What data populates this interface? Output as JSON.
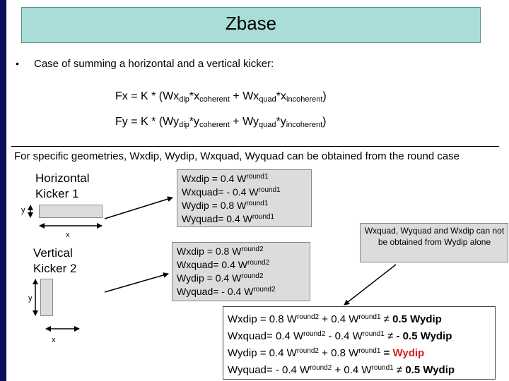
{
  "title": "Zbase",
  "bullet": "•",
  "intro": "Case of summing a horizontal and a vertical kicker:",
  "eq_fx": {
    "a": "Fx = K * (Wx",
    "dip": "dip",
    "b": "*x",
    "coh": "coherent",
    "c": " + Wx",
    "quad": "quad",
    "d": "*x",
    "incoh": "incoherent",
    "e": ")"
  },
  "eq_fy": {
    "a": "Fy = K * (Wy",
    "dip": "dip",
    "b": "*y",
    "coh": "coherent",
    "c": " + Wy",
    "quad": "quad",
    "d": "*y",
    "incoh": "incoherent",
    "e": ")"
  },
  "note": "For specific geometries, Wxdip, Wydip, Wxquad, Wyquad can be obtained from the round case",
  "kicker1": {
    "label_line1": "Horizontal",
    "label_line2": "Kicker 1",
    "axis_y": "y",
    "axis_x": "x"
  },
  "kicker2": {
    "label_line1": "Vertical",
    "label_line2": "Kicker 2",
    "axis_y": "y",
    "axis_x": "x"
  },
  "box1": [
    {
      "pre": "Wxdip = 0.4 W",
      "sup": "round1"
    },
    {
      "pre": "Wxquad= - 0.4 W",
      "sup": "round1"
    },
    {
      "pre": "Wydip = 0.8 W",
      "sup": "round1"
    },
    {
      "pre": "Wyquad= 0.4 W",
      "sup": "round1"
    }
  ],
  "box2": [
    {
      "pre": "Wxdip = 0.8 W",
      "sup": "round2"
    },
    {
      "pre": "Wxquad= 0.4 W",
      "sup": "round2"
    },
    {
      "pre": "Wydip = 0.4 W",
      "sup": "round2"
    },
    {
      "pre": "Wyquad= - 0.4 W",
      "sup": "round2"
    }
  ],
  "comment": "Wxquad, Wyquad and Wxdip can not be obtained from Wydip alone",
  "result": [
    {
      "a": "Wxdip = 0.8 W",
      "s1": "round2",
      "b": " + 0.4 W",
      "s2": "round1",
      "c": " ≠ ",
      "d": "0.5 Wydip"
    },
    {
      "a": "Wxquad= 0.4 W",
      "s1": "round2",
      "b": " - 0.4 W",
      "s2": "round1",
      "c": " ≠ ",
      "d": "- 0.5 Wydip"
    },
    {
      "a": "Wydip = 0.4 W",
      "s1": "round2",
      "b": " + 0.8 W",
      "s2": "round1",
      "c": " = ",
      "d": "Wydip"
    },
    {
      "a": "Wyquad= - 0.4 W",
      "s1": "round2",
      "b": " + 0.4 W",
      "s2": "round1",
      "c": " ≠ ",
      "d": "0.5 Wydip"
    }
  ],
  "colors": {
    "title_bg": "#a9ddd7",
    "kicker_fill": "#dcdcdc",
    "highlight": "#d02020",
    "left_bar": "#0b0f5c"
  }
}
